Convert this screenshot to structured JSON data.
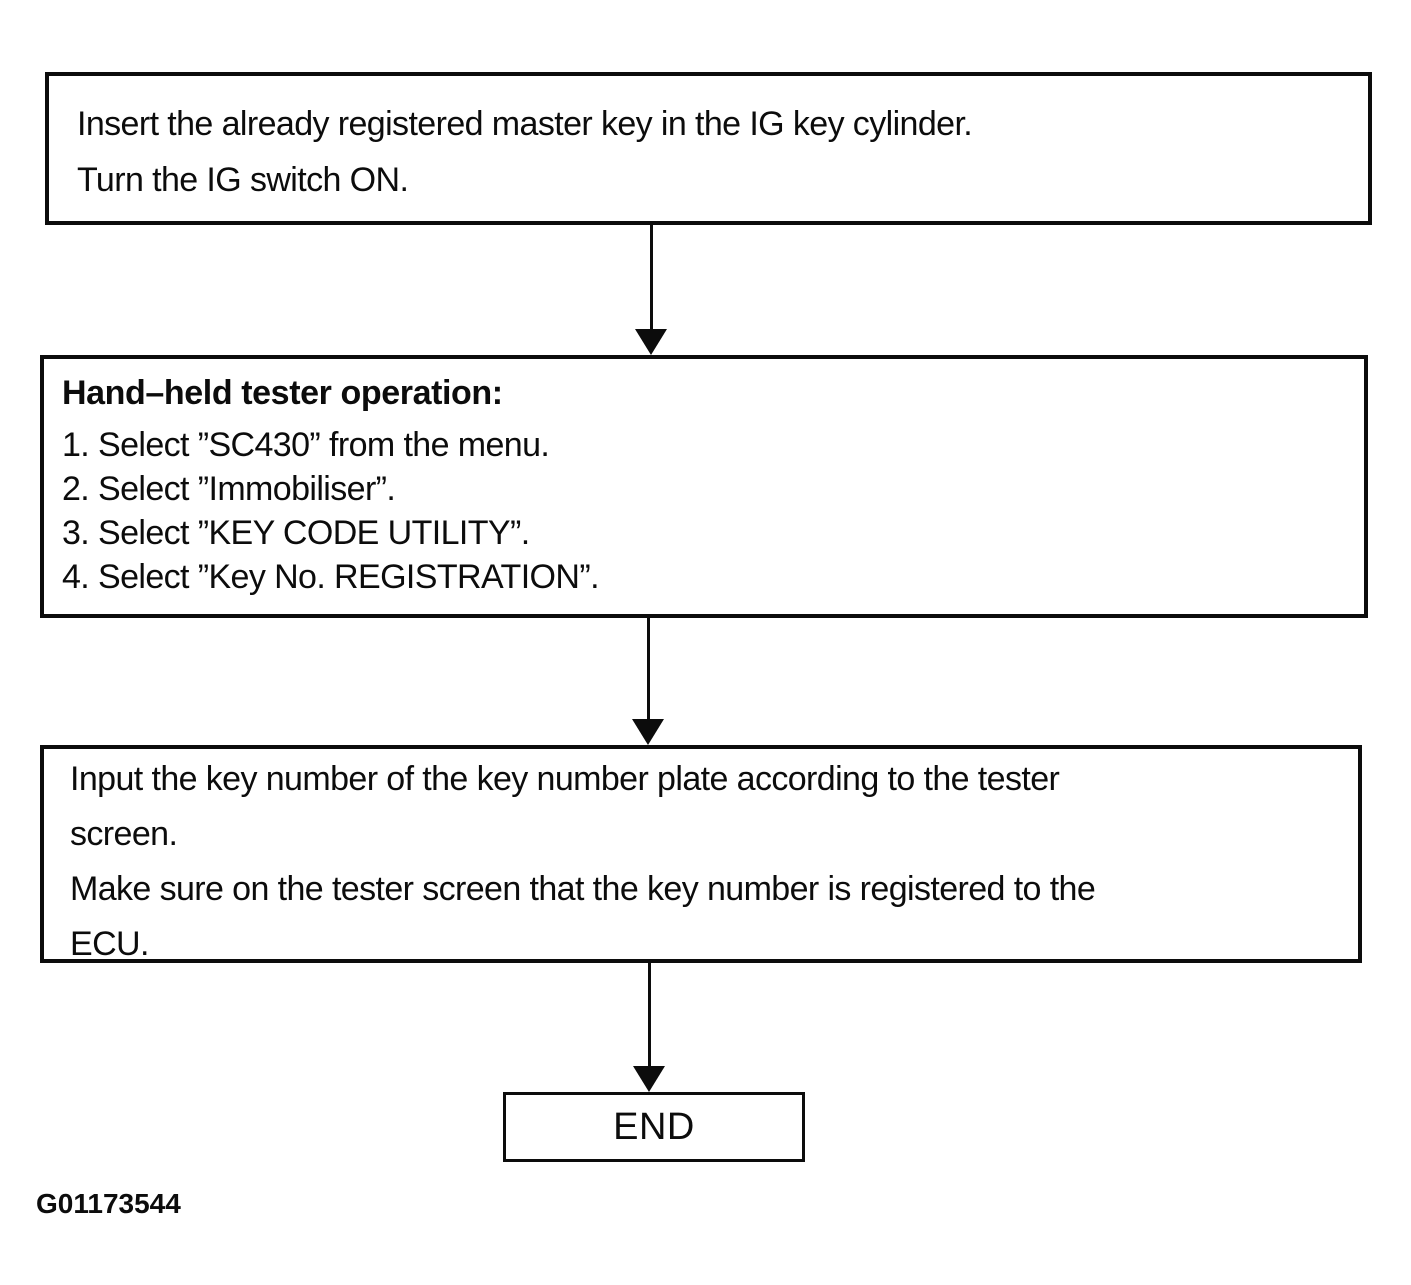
{
  "colors": {
    "ink": "#0c0c0c",
    "paper": "#ffffff"
  },
  "flowchart": {
    "step1": {
      "lines": [
        "Insert the already registered master key in the IG key cylinder.",
        "Turn the IG switch ON."
      ]
    },
    "step2": {
      "heading": "Hand–held tester operation:",
      "items": [
        "1. Select ”SC430” from the menu.",
        "2. Select ”Immobiliser”.",
        "3. Select ”KEY CODE UTILITY”.",
        "4. Select ”Key No. REGISTRATION”."
      ]
    },
    "step3": {
      "lines": [
        "Input the key number of the key number plate according to the tester",
        "screen.",
        "Make sure on the tester screen that the key number is registered to the",
        "ECU."
      ]
    },
    "end_label": "END",
    "figure_id": "G01173544"
  }
}
